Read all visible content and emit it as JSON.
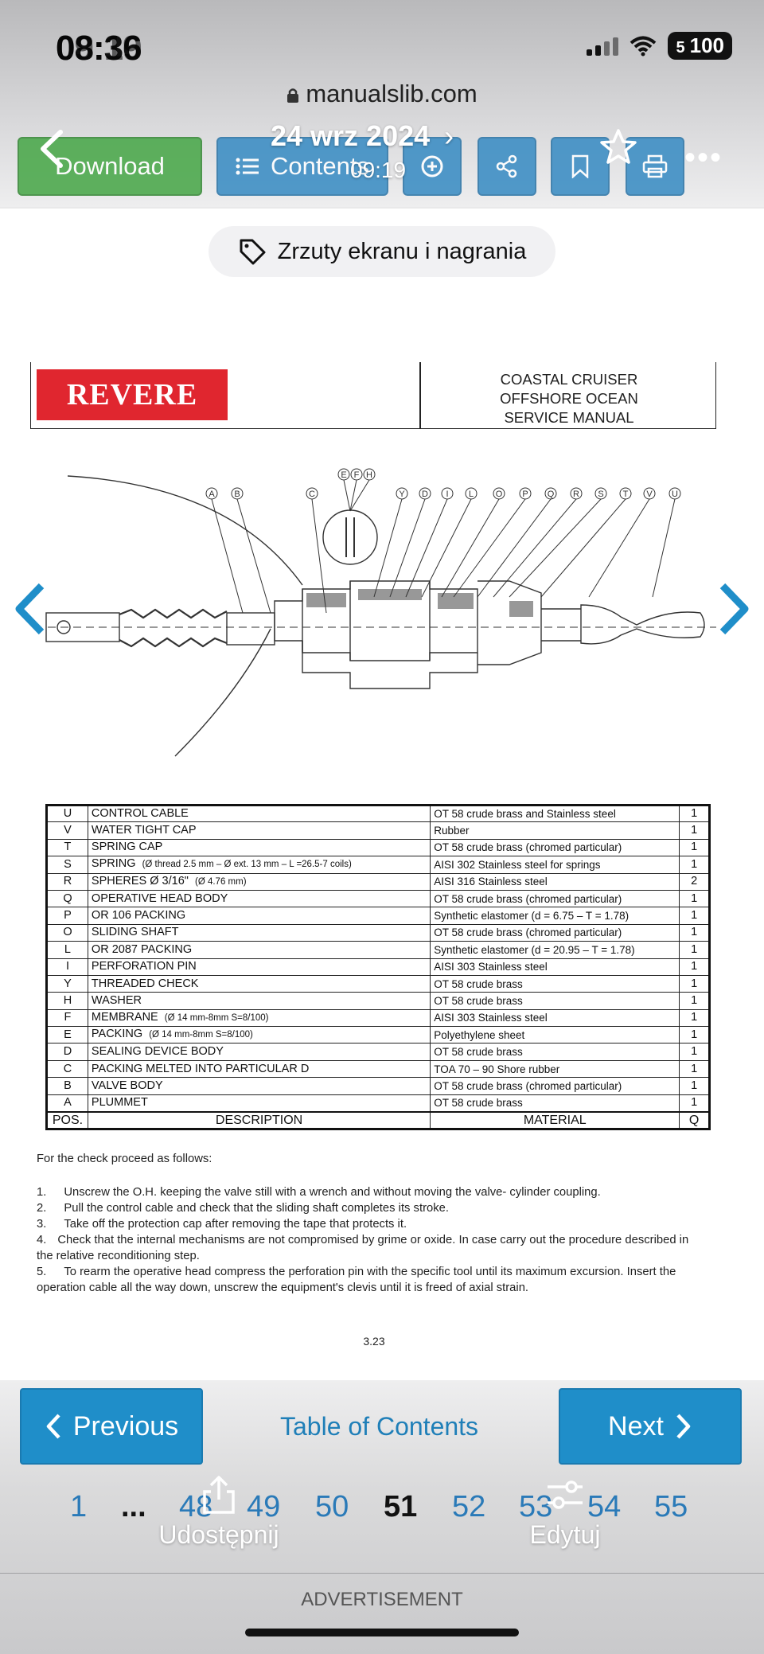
{
  "status_bar": {
    "time": "08:36",
    "time_ghost": "09:19",
    "battery": "100",
    "battery_overlay": "5"
  },
  "browser": {
    "url": "manualslib.com"
  },
  "photo_overlay": {
    "date": "24 wrz 2024",
    "time": "09:19"
  },
  "toolbar": {
    "download": "Download",
    "contents": "Contents"
  },
  "tag_pill": "Zrzuty ekranu i nagrania",
  "doc": {
    "brand": "REVERE",
    "title_lines": [
      "COASTAL CRUISER",
      "OFFSHORE OCEAN",
      "SERVICE MANUAL"
    ],
    "callouts_left": [
      "A",
      "B",
      "C"
    ],
    "callouts_top": [
      "E",
      "F",
      "H"
    ],
    "callouts_right": [
      "Y",
      "D",
      "I",
      "L",
      "O",
      "P",
      "Q",
      "R",
      "S",
      "T",
      "V",
      "U"
    ],
    "parts_header": {
      "pos": "POS.",
      "desc": "DESCRIPTION",
      "mat": "MATERIAL",
      "q": "Q"
    },
    "parts": [
      {
        "pos": "U",
        "desc": "CONTROL CABLE",
        "sub": "",
        "mat": "OT 58 crude brass and Stainless steel",
        "q": "1"
      },
      {
        "pos": "V",
        "desc": "WATER TIGHT CAP",
        "sub": "",
        "mat": "Rubber",
        "q": "1"
      },
      {
        "pos": "T",
        "desc": "SPRING CAP",
        "sub": "",
        "mat": "OT 58 crude brass (chromed particular)",
        "q": "1"
      },
      {
        "pos": "S",
        "desc": "SPRING",
        "sub": "(Ø thread 2.5 mm – Ø ext. 13 mm – L =26.5-7 coils)",
        "mat": "AISI 302 Stainless steel for springs",
        "q": "1"
      },
      {
        "pos": "R",
        "desc": "SPHERES Ø 3/16\"",
        "sub": "(Ø 4.76 mm)",
        "mat": "AISI 316 Stainless steel",
        "q": "2"
      },
      {
        "pos": "Q",
        "desc": "OPERATIVE HEAD BODY",
        "sub": "",
        "mat": "OT 58 crude brass (chromed particular)",
        "q": "1"
      },
      {
        "pos": "P",
        "desc": "OR 106 PACKING",
        "sub": "",
        "mat": "Synthetic elastomer (d = 6.75 – T = 1.78)",
        "q": "1"
      },
      {
        "pos": "O",
        "desc": "SLIDING SHAFT",
        "sub": "",
        "mat": "OT 58 crude brass (chromed particular)",
        "q": "1"
      },
      {
        "pos": "L",
        "desc": "OR 2087 PACKING",
        "sub": "",
        "mat": "Synthetic elastomer (d = 20.95 – T = 1.78)",
        "q": "1"
      },
      {
        "pos": "I",
        "desc": "PERFORATION PIN",
        "sub": "",
        "mat": "AISI 303 Stainless steel",
        "q": "1"
      },
      {
        "pos": "Y",
        "desc": "THREADED CHECK",
        "sub": "",
        "mat": "OT 58 crude brass",
        "q": "1"
      },
      {
        "pos": "H",
        "desc": "WASHER",
        "sub": "",
        "mat": "OT 58 crude brass",
        "q": "1"
      },
      {
        "pos": "F",
        "desc": "MEMBRANE",
        "sub": "(Ø 14 mm-8mm S=8/100)",
        "mat": "AISI 303 Stainless steel",
        "q": "1"
      },
      {
        "pos": "E",
        "desc": "PACKING",
        "sub": "(Ø 14 mm-8mm S=8/100)",
        "mat": "Polyethylene sheet",
        "q": "1"
      },
      {
        "pos": "D",
        "desc": "SEALING DEVICE BODY",
        "sub": "",
        "mat": "OT 58 crude brass",
        "q": "1"
      },
      {
        "pos": "C",
        "desc": "PACKING MELTED INTO PARTICULAR D",
        "sub": "",
        "mat": "TOA 70 – 90 Shore rubber",
        "q": "1"
      },
      {
        "pos": "B",
        "desc": "VALVE BODY",
        "sub": "",
        "mat": "OT 58 crude brass (chromed particular)",
        "q": "1"
      },
      {
        "pos": "A",
        "desc": "PLUMMET",
        "sub": "",
        "mat": "OT 58 crude brass",
        "q": "1"
      }
    ],
    "intro": "For the check proceed as follows:",
    "steps": [
      {
        "n": "1.",
        "text": "Unscrew the O.H. keeping the valve still with a wrench and without moving the valve- cylinder coupling."
      },
      {
        "n": "2.",
        "text": "Pull the control cable and check that the sliding shaft completes its stroke."
      },
      {
        "n": "3.",
        "text": "Take off the protection cap after removing the tape that protects it."
      },
      {
        "n": "4.",
        "text": "Check that the internal mechanisms are not compromised by grime or oxide. In case carry out the procedure described in the relative reconditioning step."
      },
      {
        "n": "5.",
        "text": "To rearm the operative head compress the perforation pin with the specific tool until its maximum excursion. Insert the operation cable all the way down, unscrew the equipment's clevis until it is freed of axial strain."
      }
    ],
    "page_number": "3.23"
  },
  "pagination": {
    "previous": "Previous",
    "toc": "Table of Contents",
    "next": "Next",
    "pages": [
      "1",
      "...",
      "48",
      "49",
      "50",
      "51",
      "52",
      "53",
      "54",
      "55"
    ],
    "current": "51"
  },
  "photo_actions": {
    "share": "Udostępnij",
    "edit": "Edytuj"
  },
  "ad_label": "ADVERTISEMENT"
}
